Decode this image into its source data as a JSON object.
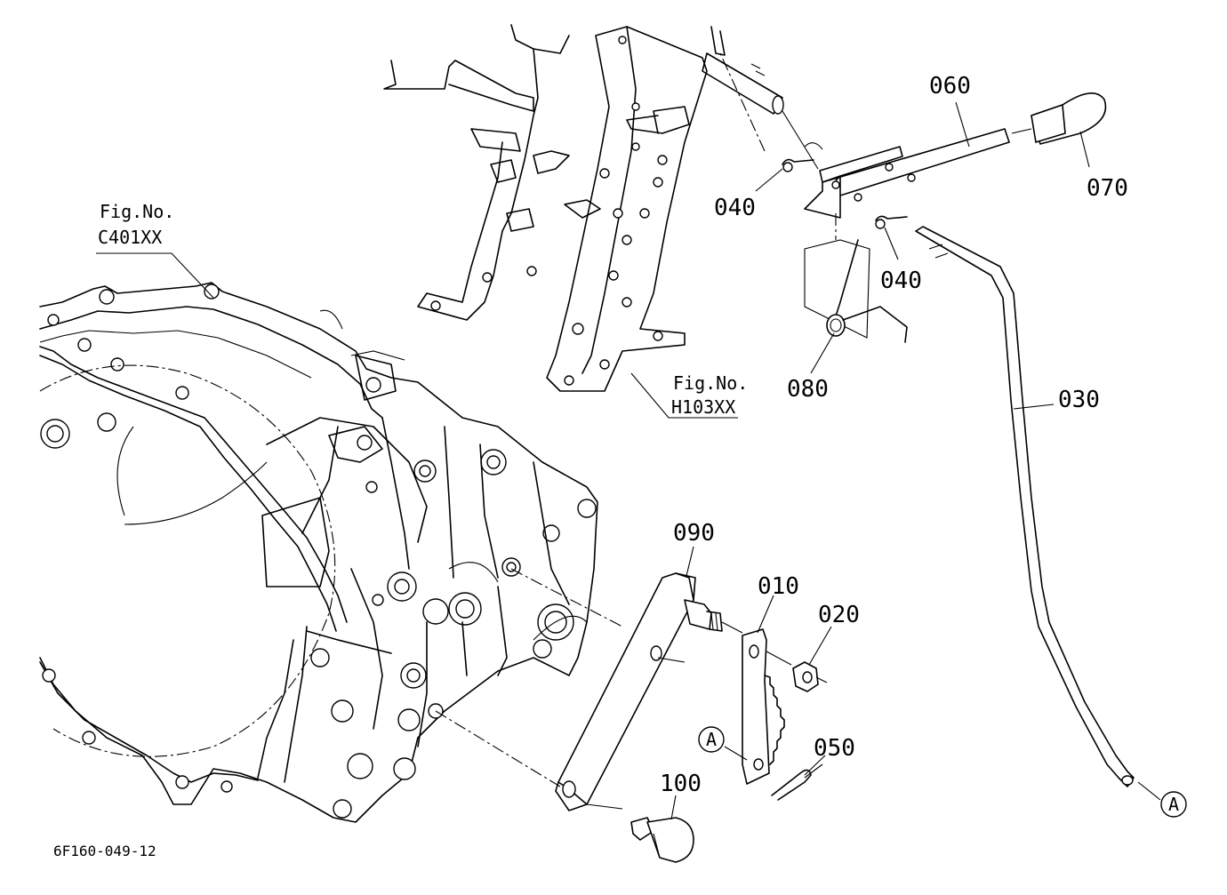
{
  "diagram": {
    "code": "6F160-049-12",
    "fig_refs": [
      {
        "id": "fig-c401",
        "caption": "Fig.No.",
        "number": "C401XX"
      },
      {
        "id": "fig-h103",
        "caption": "Fig.No.",
        "number": "H103XX"
      }
    ],
    "callouts": [
      {
        "id": "p010",
        "text": "010"
      },
      {
        "id": "p020",
        "text": "020"
      },
      {
        "id": "p030",
        "text": "030"
      },
      {
        "id": "p040a",
        "text": "040"
      },
      {
        "id": "p040b",
        "text": "040"
      },
      {
        "id": "p050",
        "text": "050"
      },
      {
        "id": "p060",
        "text": "060"
      },
      {
        "id": "p070",
        "text": "070"
      },
      {
        "id": "p080",
        "text": "080"
      },
      {
        "id": "p090",
        "text": "090"
      },
      {
        "id": "p100",
        "text": "100"
      }
    ],
    "markers": [
      {
        "id": "marker-a-left",
        "text": "A"
      },
      {
        "id": "marker-a-right",
        "text": "A"
      }
    ]
  }
}
